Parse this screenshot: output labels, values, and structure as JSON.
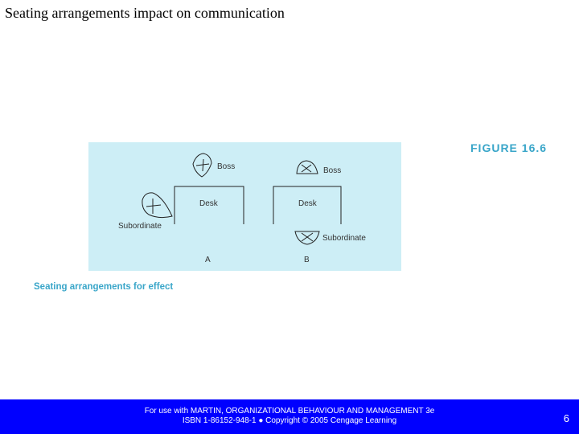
{
  "slide": {
    "title": "Seating arrangements impact on communication",
    "page_number": "6"
  },
  "figure": {
    "label": "FIGURE 16.6",
    "caption": "Seating arrangements for effect",
    "layout_a": {
      "boss_label": "Boss",
      "desk_label": "Desk",
      "subordinate_label": "Subordinate",
      "layout_label": "A"
    },
    "layout_b": {
      "boss_label": "Boss",
      "desk_label": "Desk",
      "subordinate_label": "Subordinate",
      "layout_label": "B"
    },
    "colors": {
      "panel": "#cdeef6",
      "accent": "#3aa6c9",
      "line": "#222222"
    }
  },
  "footer": {
    "line1": "For use with MARTIN, ORGANIZATIONAL BEHAVIOUR AND MANAGEMENT 3e",
    "line2": "ISBN 1-86152-948-1 ● Copyright © 2005 Cengage Learning",
    "bar_color": "#0000ff"
  }
}
